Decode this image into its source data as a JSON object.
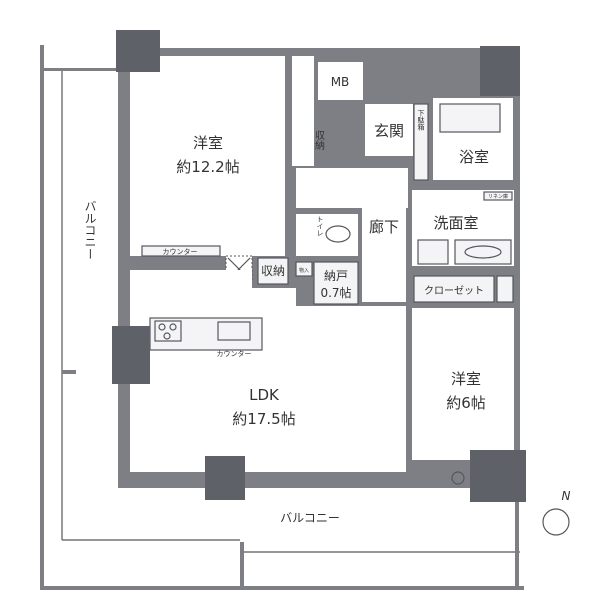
{
  "rooms": {
    "western1": {
      "name": "洋室",
      "size": "約12.2帖"
    },
    "storage1": "収納",
    "mb": "MB",
    "entrance": "玄関",
    "shoe": "下駄箱",
    "bath": "浴室",
    "washroom": "洗面室",
    "linen": "リネン庫",
    "hallway": "廊下",
    "toilet": "トイレ",
    "storage2": "収納",
    "closet_small": "物入",
    "nando": {
      "name": "納戸",
      "size": "0.7帖"
    },
    "closet": "クローゼット",
    "ldk": {
      "name": "LDK",
      "size": "約17.5帖"
    },
    "western2": {
      "name": "洋室",
      "size": "約6帖"
    },
    "counter1": "カウンター",
    "counter2": "カウンター",
    "balcony_left": "バルコニー",
    "balcony_bottom": "バルコニー"
  },
  "compass": {
    "label": "N",
    "icon": "north-arrow-icon"
  },
  "colors": {
    "wall": "#7d7f85",
    "pillar": "#5f6168"
  }
}
